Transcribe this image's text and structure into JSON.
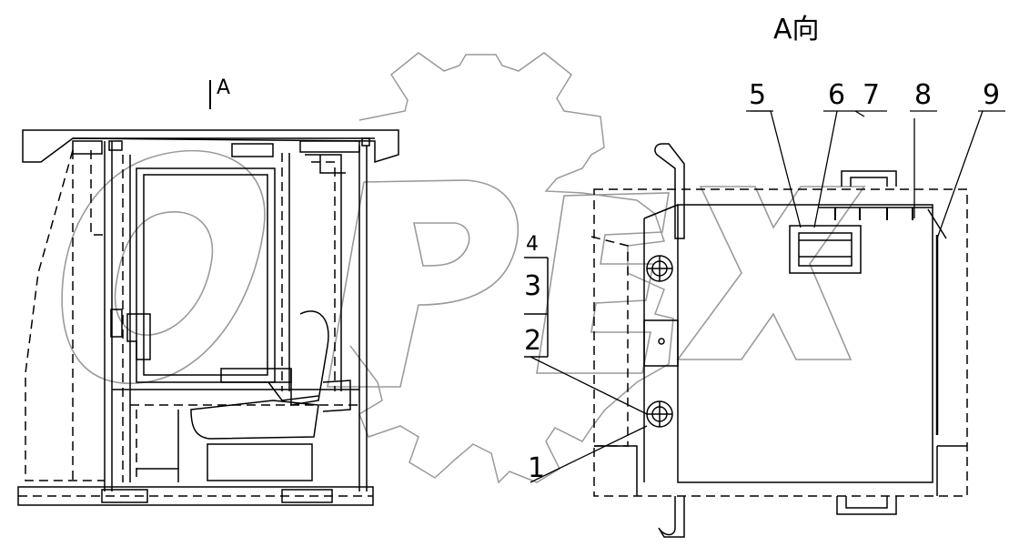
{
  "view_arrow_label": "A",
  "view_title": "A向",
  "watermark": "OPEX",
  "corner_mark": "",
  "callouts": [
    "1",
    "2",
    "3",
    "4",
    "5",
    "6",
    "7",
    "8",
    "9"
  ],
  "colors": {
    "line": "#000000",
    "watermark": "#9a9a9a",
    "background": "#ffffff"
  }
}
